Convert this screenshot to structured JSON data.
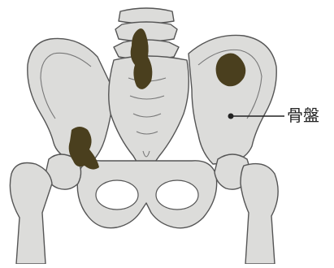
{
  "diagram": {
    "callout_label": "骨盤",
    "colors": {
      "bone_fill": "#dcdcda",
      "bone_stroke": "#555555",
      "bone_shadow": "#c4c4c2",
      "lesion_fill": "#4a3f1e",
      "callout_line": "#222222",
      "background": "#ffffff"
    },
    "icons": [
      "pelvis-bone-illustration",
      "lesion-spot",
      "callout-dot"
    ]
  }
}
